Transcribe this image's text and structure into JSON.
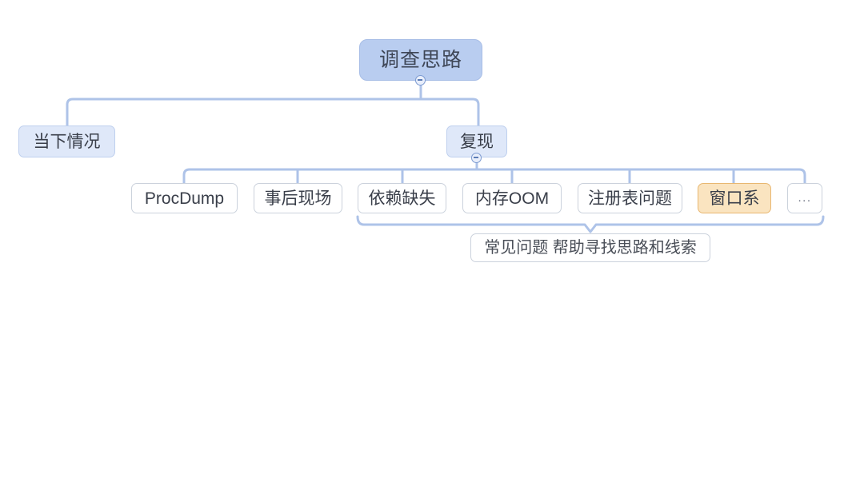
{
  "diagram": {
    "type": "mindmap",
    "title": "调查思路",
    "line_color": "#aec3e8",
    "root_fill": "#b9cdf0",
    "branch_fill": "#dfe8f9",
    "leaf_fill": "#ffffff",
    "highlight_fill": "#fae4c0",
    "highlight_border": "#e8b771",
    "background": "#ffffff"
  },
  "root": {
    "label": "调查思路",
    "collapse_icon": "minus-circle-icon"
  },
  "branches": [
    {
      "label": "当下情况"
    },
    {
      "label": "复现",
      "collapse_icon": "minus-circle-icon"
    }
  ],
  "leaves": [
    {
      "label": "ProcDump",
      "highlight": false
    },
    {
      "label": "事后现场",
      "highlight": false
    },
    {
      "label": "依赖缺失",
      "highlight": false
    },
    {
      "label": "内存OOM",
      "highlight": false
    },
    {
      "label": "注册表问题",
      "highlight": false
    },
    {
      "label": "窗口系",
      "highlight": true
    },
    {
      "label": "...",
      "highlight": false
    }
  ],
  "summary": {
    "label": "常见问题 帮助寻找思路和线索",
    "covers": [
      "依赖缺失",
      "内存OOM",
      "注册表问题",
      "窗口系",
      "..."
    ]
  }
}
